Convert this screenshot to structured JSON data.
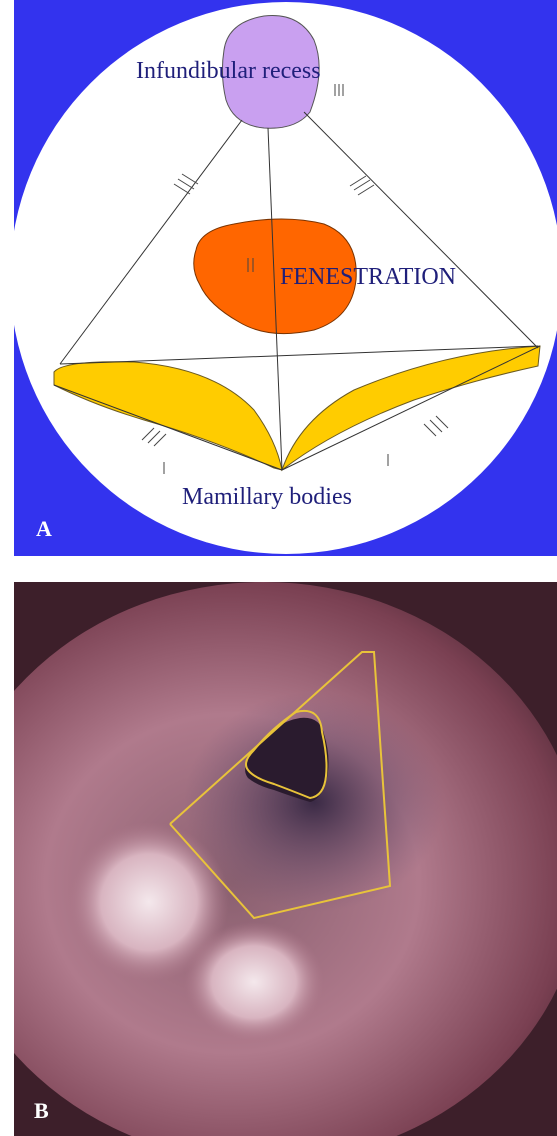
{
  "panel_a": {
    "letter": "A",
    "labels": {
      "infundibular": "Infundibular recess",
      "fenestration": "FENESTRATION",
      "mamillary": "Mamillary bodies"
    },
    "colors": {
      "background": "#3333ee",
      "circle": "#ffffff",
      "recess": "#c9a0f0",
      "fenestration": "#ff6600",
      "mamillary": "#ffcc00",
      "text": "#1f1f7a"
    }
  },
  "panel_b": {
    "letter": "B",
    "colors": {
      "outline": "#e8c33a"
    }
  }
}
